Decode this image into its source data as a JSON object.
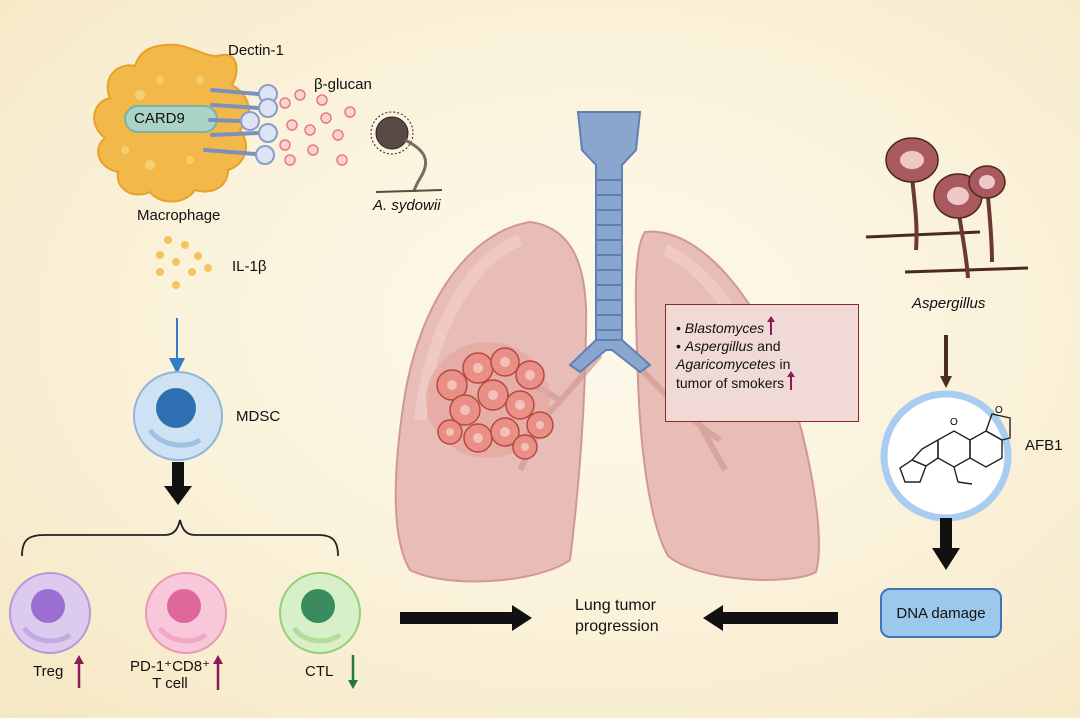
{
  "labels": {
    "dectin": "Dectin-1",
    "beta_glucan": "β-glucan",
    "card9": "CARD9",
    "macrophage": "Macrophage",
    "a_sydowii": "A. sydowii",
    "il1b": "IL-1β",
    "mdsc": "MDSC",
    "treg": "Treg",
    "pd1_line1": "PD-1⁺CD8⁺",
    "pd1_line2": "T cell",
    "ctl": "CTL",
    "lung_tumor_line1": "Lung tumor",
    "lung_tumor_line2": "progression",
    "aspergillus": "Aspergillus",
    "afb1": "AFB1",
    "dna_damage": "DNA damage"
  },
  "info_box": {
    "bullet1": "Blastomyces",
    "bullet2_a": "Aspergillus",
    "bullet2_b": " and",
    "bullet2_c": "Agaricomycetes",
    "bullet2_d": " in",
    "bullet2_e": "tumor of smokers"
  },
  "colors": {
    "up_arrow": "#8e1a5a",
    "down_arrow": "#1f7a3c",
    "macrophage": "#f2b84a",
    "treg": "#b18ad8",
    "pd1_cell": "#ee94b6",
    "ctl": "#8fd07a",
    "mdsc": "#6fa3d9",
    "lung": "#e8b9b4",
    "trachea": "#7f9fc9"
  },
  "icons": [
    "macrophage-cell",
    "beta-glucan-particles",
    "fungal-spore",
    "mdsc-cell",
    "treg-cell",
    "pd1-cd8-cell",
    "ctl-cell",
    "lungs",
    "tumor",
    "aspergillus-fungus",
    "afb1-molecule"
  ]
}
